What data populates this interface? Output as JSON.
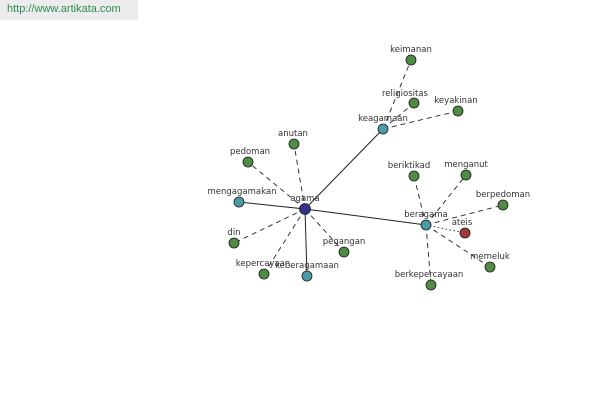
{
  "source_url": "http://www.artikata.com",
  "colors": {
    "root_node": "#33338f",
    "hub_node": "#4a9aa8",
    "leaf_node": "#4f8b45",
    "highlight_node": "#a33a3a",
    "edge": "#222222",
    "label": "#333333"
  },
  "nodes": [
    {
      "id": "agama",
      "label": "agama",
      "kind": "root"
    },
    {
      "id": "keagamaan",
      "label": "keagamaan",
      "kind": "hub"
    },
    {
      "id": "beragama",
      "label": "beragama",
      "kind": "hub"
    },
    {
      "id": "mengagamakan",
      "label": "mengagamakan",
      "kind": "hub"
    },
    {
      "id": "keberagamaan",
      "label": "keberagamaan",
      "kind": "hub"
    },
    {
      "id": "ateis",
      "label": "ateis",
      "kind": "highlight"
    },
    {
      "id": "keimanan",
      "label": "keimanan",
      "kind": "leaf"
    },
    {
      "id": "religiositas",
      "label": "religiositas",
      "kind": "leaf"
    },
    {
      "id": "keyakinan",
      "label": "keyakinan",
      "kind": "leaf"
    },
    {
      "id": "anutan",
      "label": "anutan",
      "kind": "leaf"
    },
    {
      "id": "pedoman",
      "label": "pedoman",
      "kind": "leaf"
    },
    {
      "id": "din",
      "label": "din",
      "kind": "leaf"
    },
    {
      "id": "kepercayaan",
      "label": "kepercayaan",
      "kind": "leaf"
    },
    {
      "id": "pegangan",
      "label": "pegangan",
      "kind": "leaf"
    },
    {
      "id": "beriktikad",
      "label": "beriktikad",
      "kind": "leaf"
    },
    {
      "id": "menganut",
      "label": "menganut",
      "kind": "leaf"
    },
    {
      "id": "berpedoman",
      "label": "berpedoman",
      "kind": "leaf"
    },
    {
      "id": "memeluk",
      "label": "memeluk",
      "kind": "leaf"
    },
    {
      "id": "berkepercayaan",
      "label": "berkepercayaan",
      "kind": "leaf"
    }
  ],
  "edges": [
    {
      "from": "agama",
      "to": "keagamaan",
      "style": "solid"
    },
    {
      "from": "agama",
      "to": "beragama",
      "style": "solid"
    },
    {
      "from": "agama",
      "to": "mengagamakan",
      "style": "solid"
    },
    {
      "from": "agama",
      "to": "keberagamaan",
      "style": "solid"
    },
    {
      "from": "agama",
      "to": "anutan",
      "style": "dashed"
    },
    {
      "from": "agama",
      "to": "pedoman",
      "style": "dashed"
    },
    {
      "from": "agama",
      "to": "din",
      "style": "dashed"
    },
    {
      "from": "agama",
      "to": "kepercayaan",
      "style": "dashed"
    },
    {
      "from": "agama",
      "to": "pegangan",
      "style": "dashed"
    },
    {
      "from": "keagamaan",
      "to": "keimanan",
      "style": "dashed"
    },
    {
      "from": "keagamaan",
      "to": "religiositas",
      "style": "dashed"
    },
    {
      "from": "keagamaan",
      "to": "keyakinan",
      "style": "dashed"
    },
    {
      "from": "beragama",
      "to": "beriktikad",
      "style": "dashed"
    },
    {
      "from": "beragama",
      "to": "menganut",
      "style": "dashed"
    },
    {
      "from": "beragama",
      "to": "berpedoman",
      "style": "dashed"
    },
    {
      "from": "beragama",
      "to": "ateis",
      "style": "dotted"
    },
    {
      "from": "beragama",
      "to": "memeluk",
      "style": "dashed"
    },
    {
      "from": "beragama",
      "to": "berkepercayaan",
      "style": "dashed"
    }
  ]
}
